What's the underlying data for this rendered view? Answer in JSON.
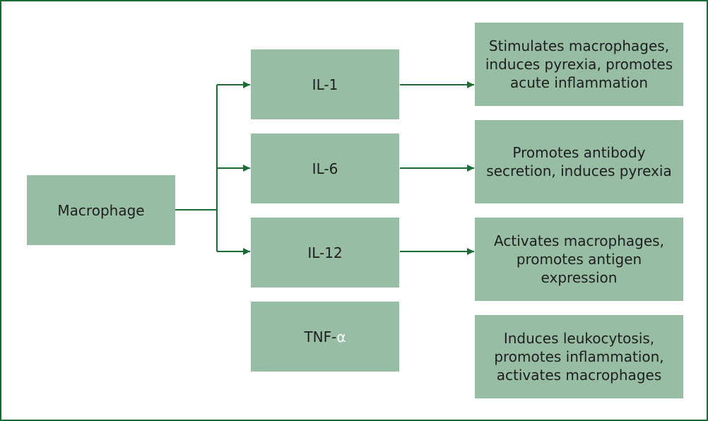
{
  "diagram": {
    "source": {
      "label": "Macrophage"
    },
    "cytokines": [
      {
        "label": "IL-1",
        "effect": "Stimulates macrophages,\ninduces pyrexia, promotes\nacute inflammation"
      },
      {
        "label": "IL-6",
        "effect": "Promotes antibody\nsecretion, induces pyrexia"
      },
      {
        "label": "IL-12",
        "effect": "Activates macrophages,\npromotes antigen\nexpression"
      },
      {
        "label_prefix": "TNF-",
        "label_symbol": "α",
        "effect": "Induces leukocytosis,\npromotes inflammation,\nactivates macrophages"
      }
    ],
    "colors": {
      "box_fill": "#97bea4",
      "arrow": "#1a6b34",
      "border": "#1a6b34",
      "text": "#1e1e1e"
    }
  }
}
